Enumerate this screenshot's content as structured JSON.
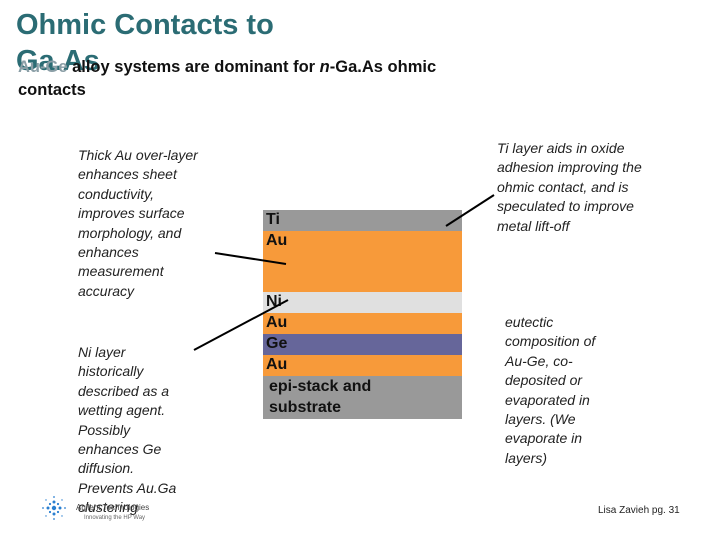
{
  "title": {
    "line1": "Ohmic Contacts to",
    "line2": "Ga.As"
  },
  "subtitle": {
    "highlight": "Au-Ge",
    "text_bold": " alloy systems are dominant for ",
    "italic": "n",
    "text_after": "-Ga.As ohmic",
    "line2": "contacts"
  },
  "notes": {
    "left_top": [
      "Thick Au over-layer",
      "enhances sheet",
      "conductivity,",
      "improves surface",
      "morphology, and",
      "enhances",
      "measurement",
      "accuracy"
    ],
    "left_bottom": [
      "Ni layer",
      "historically",
      "described as a",
      "wetting agent.",
      "Possibly",
      "enhances Ge",
      "diffusion.",
      "Prevents Au.Ga",
      "clustering"
    ],
    "right_top": [
      "Ti layer aids in oxide",
      "adhesion improving the",
      "ohmic contact, and is",
      "speculated to improve",
      "metal lift-off"
    ],
    "right_bottom": [
      "eutectic",
      "composition of",
      "Au-Ge,  co-",
      "deposited or",
      "evaporated in",
      "layers. (We",
      "evaporate in",
      "layers)"
    ]
  },
  "stack": {
    "ti": "Ti",
    "au1": "Au",
    "ni": "Ni",
    "au2": "Au",
    "ge": "Ge",
    "au3": "Au",
    "sub1": "epi-stack and",
    "sub2": "substrate"
  },
  "logo": {
    "name": "Agilent Technologies",
    "tagline": "Innovating the HP Way"
  },
  "footer": "Lisa Zavieh pg. 31",
  "colors": {
    "title": "#2b6c74",
    "gold_layer": "#f79a3a",
    "ge_layer": "#66669a",
    "gray_layer": "#999999"
  }
}
